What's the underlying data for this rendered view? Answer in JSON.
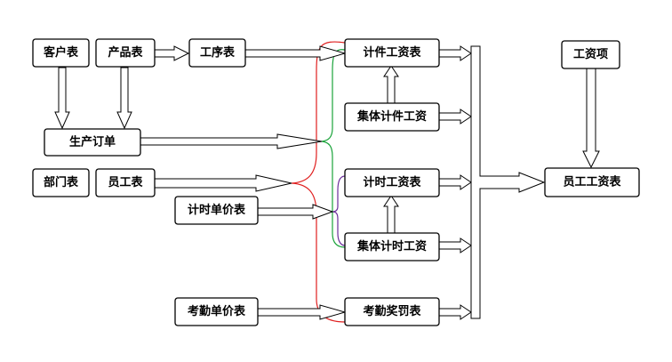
{
  "nodes": {
    "customer_table": "客户表",
    "product_table": "产品表",
    "process_table": "工序表",
    "production_order": "生产订单",
    "department_table": "部门表",
    "employee_table": "员工表",
    "hourly_price_table": "计时单价表",
    "attendance_price_table": "考勤单价表",
    "piece_wage_table": "计件工资表",
    "group_piece_wage": "集体计件工资",
    "time_wage_table": "计时工资表",
    "group_time_wage": "集体计时工资",
    "attendance_reward_table": "考勤奖罚表",
    "wage_items": "工资项",
    "employee_wage_table": "员工工资表"
  },
  "colors": {
    "red_curve": "#e02020",
    "green_curve": "#1aa33a",
    "purple_curve": "#6a2c9a"
  }
}
